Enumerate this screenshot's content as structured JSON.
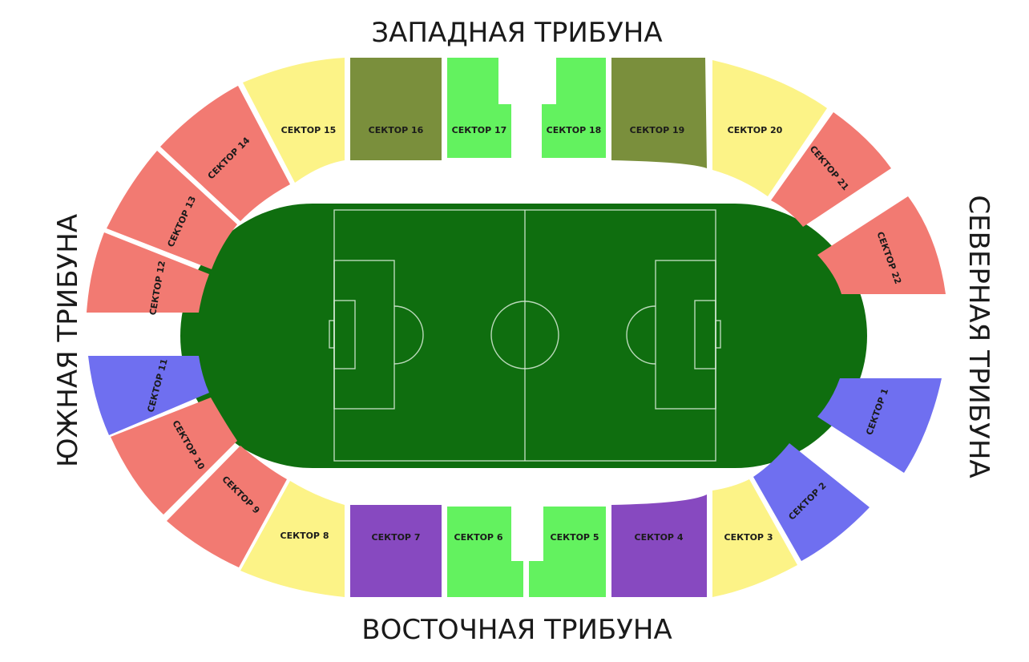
{
  "stands": {
    "west": "ЗАПАДНАЯ ТРИБУНА",
    "east": "ВОСТОЧНАЯ ТРИБУНА",
    "south": "ЮЖНАЯ ТРИБУНА",
    "north": "СЕВЕРНАЯ ТРИБУНА"
  },
  "sectors": {
    "s1": "СЕКТОР 1",
    "s2": "СЕКТОР 2",
    "s3": "СЕКТОР 3",
    "s4": "СЕКТОР 4",
    "s5": "СЕКТОР 5",
    "s6": "СЕКТОР 6",
    "s7": "СЕКТОР 7",
    "s8": "СЕКТОР 8",
    "s9": "СЕКТОР 9",
    "s10": "СЕКТОР 10",
    "s11": "СЕКТОР 11",
    "s12": "СЕКТОР 12",
    "s13": "СЕКТОР 13",
    "s14": "СЕКТОР 14",
    "s15": "СЕКТОР 15",
    "s16": "СЕКТОР 16",
    "s17": "СЕКТОР 17",
    "s18": "СЕКТОР 18",
    "s19": "СЕКТОР 19",
    "s20": "СЕКТОР 20",
    "s21": "СЕКТОР 21",
    "s22": "СЕКТОР 22"
  },
  "colors": {
    "pink": "#f27a72",
    "yellow": "#fcf387",
    "olive": "#7a8f3c",
    "light_green": "#63f25f",
    "purple": "#8749c0",
    "blue": "#6f6ff0",
    "pitch": "#0f6e0f",
    "pitch_lines": "#d8ecd8"
  }
}
